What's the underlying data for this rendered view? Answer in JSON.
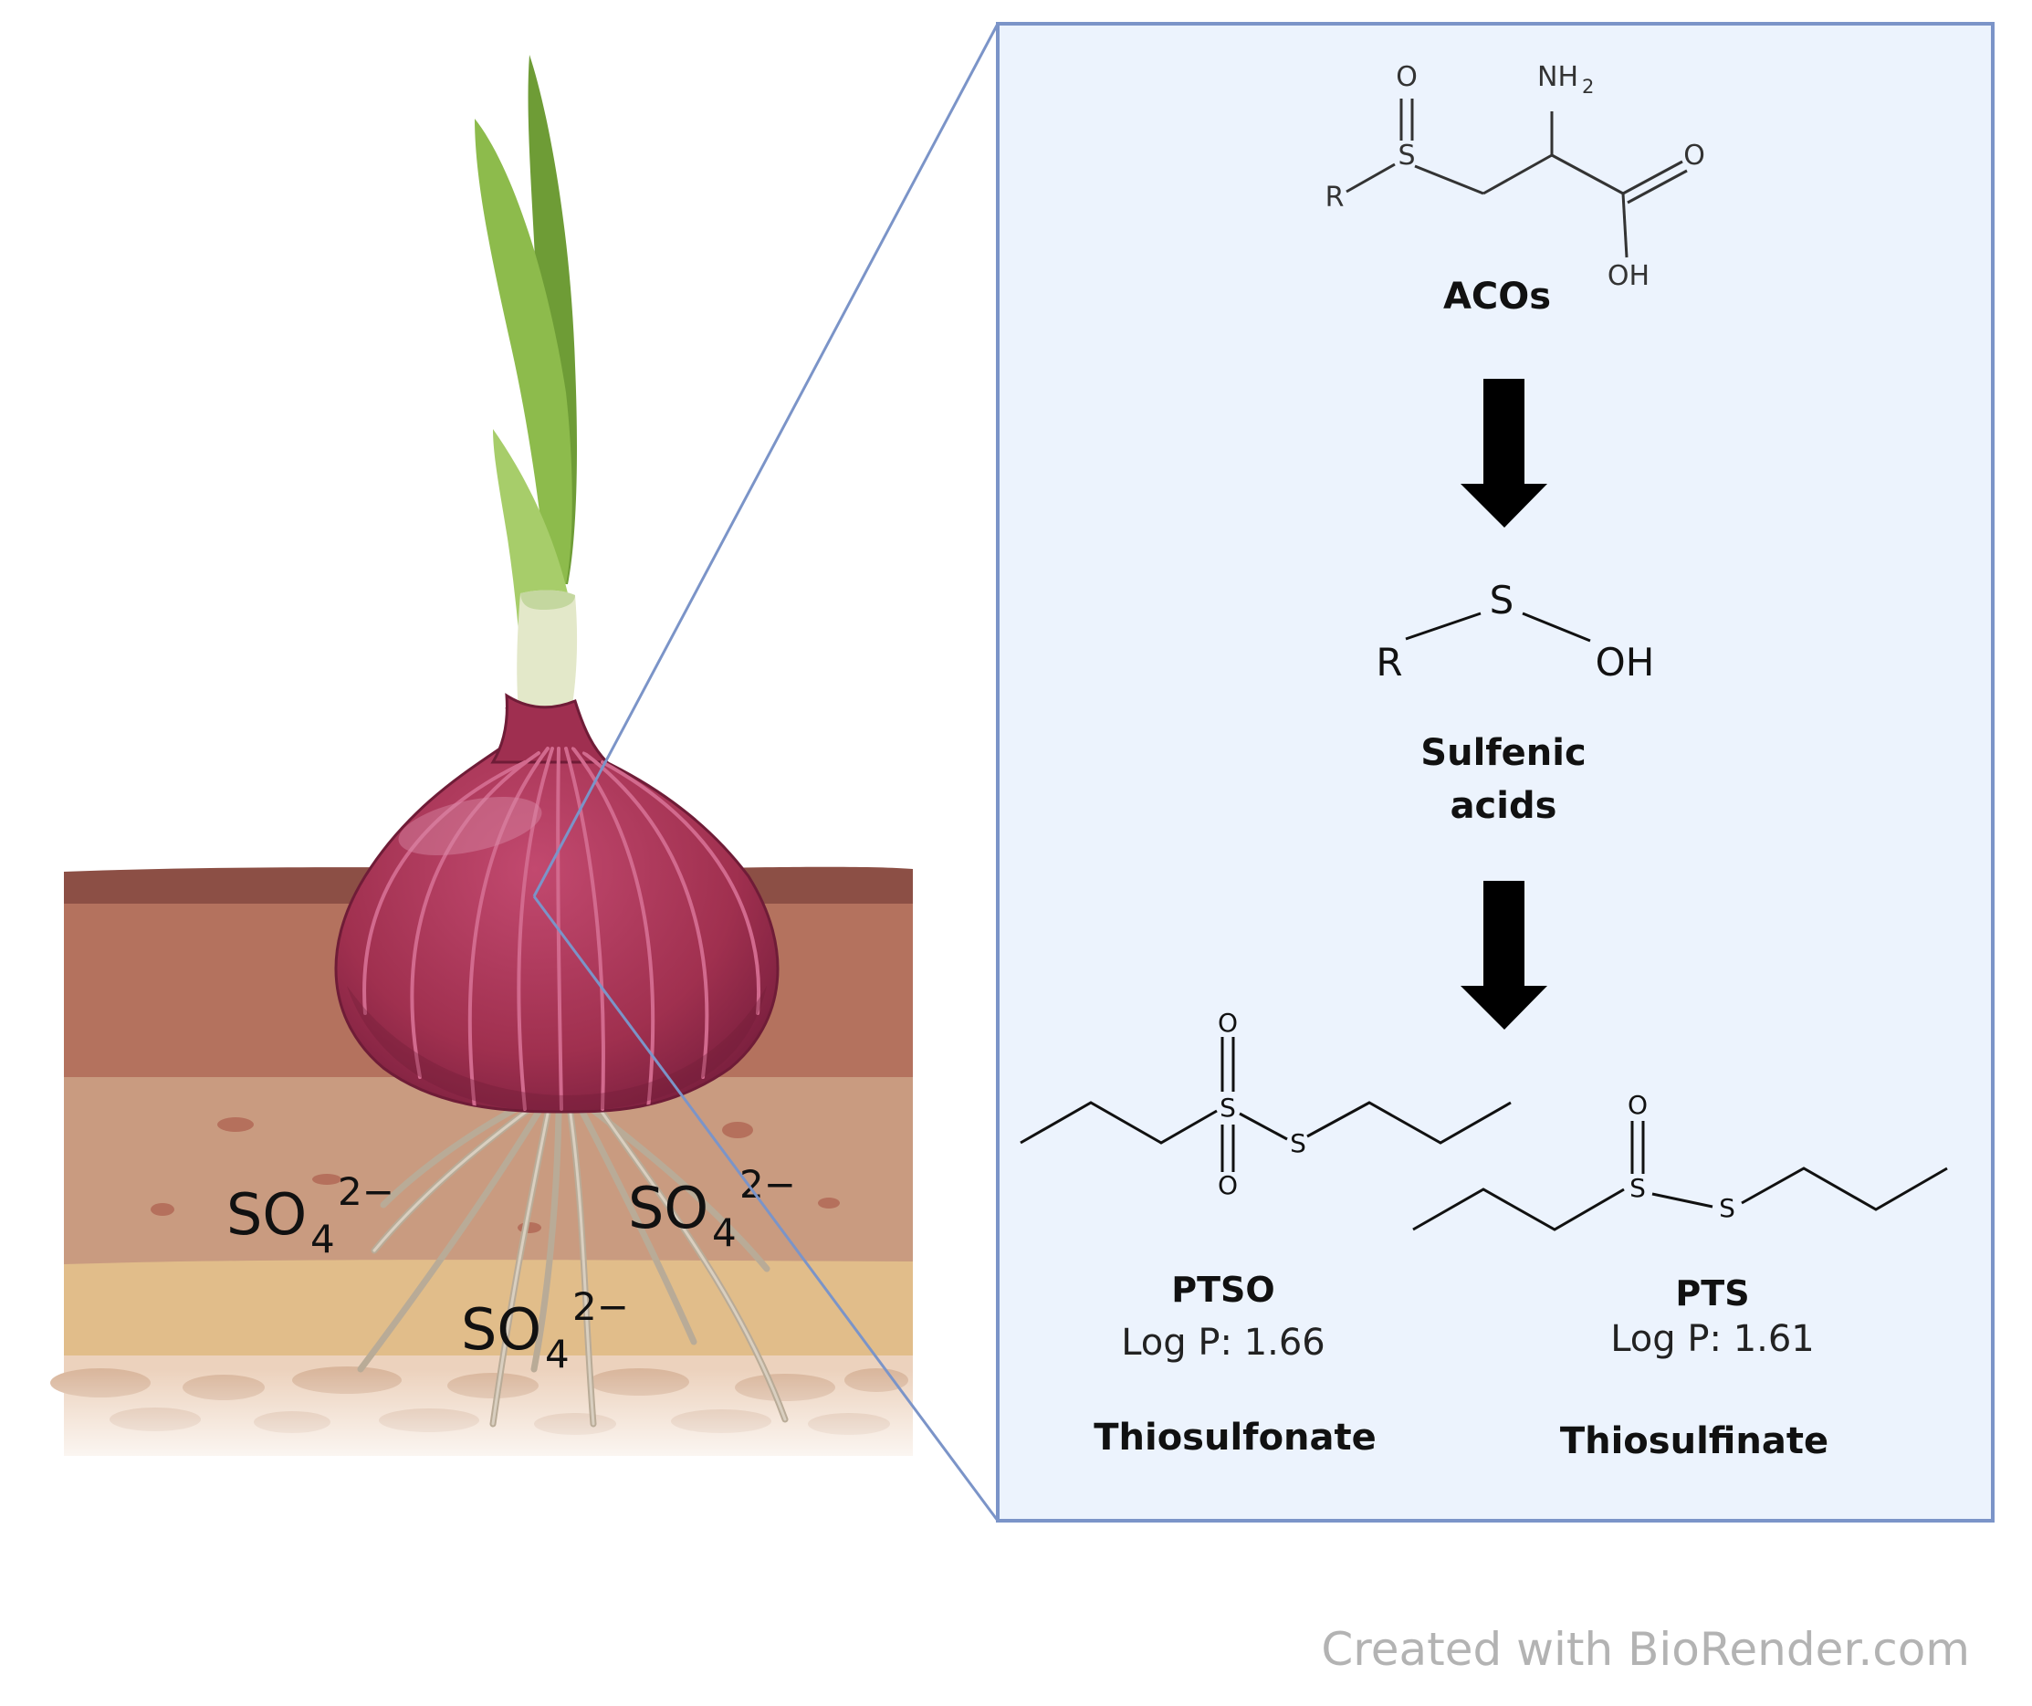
{
  "colors": {
    "panel_fill": "#ecf3fd",
    "panel_border": "#7b94c8",
    "onion_purple": "#a8365a",
    "leaf_green": "#7fac3e",
    "soil_top": "#8c4f45",
    "soil_mid": "#b4725e",
    "soil_light": "#c99b80",
    "soil_sand": "#e1bd8a",
    "soil_pebbles": "#e7c8b0"
  },
  "ions": [
    {
      "base": "SO",
      "sub": "4",
      "sup": "2−"
    },
    {
      "base": "SO",
      "sub": "4",
      "sup": "2−"
    },
    {
      "base": "SO",
      "sub": "4",
      "sup": "2−"
    }
  ],
  "aco": {
    "name": "ACOs",
    "atom_o": "O",
    "atom_s": "S",
    "atom_r": "R",
    "atom_nh": "NH",
    "atom_nh_sub": "2",
    "atom_o2": "O",
    "atom_oh": "OH"
  },
  "sulfenic": {
    "atom_s": "S",
    "atom_r": "R",
    "atom_oh": "OH",
    "name_line1": "Sulfenic",
    "name_line2": "acids"
  },
  "ptso": {
    "name": "PTSO",
    "logp": "Log P: 1.66",
    "class": "Thiosulfonate",
    "atom_o_top": "O",
    "atom_s_center": "S",
    "atom_o_bottom": "O",
    "atom_s_side": "S"
  },
  "pts": {
    "name": "PTS",
    "logp": "Log P: 1.61",
    "class": "Thiosulfinate",
    "atom_o_top": "O",
    "atom_s_center": "S",
    "atom_s_side": "S"
  },
  "credit": "Created with BioRender.com"
}
